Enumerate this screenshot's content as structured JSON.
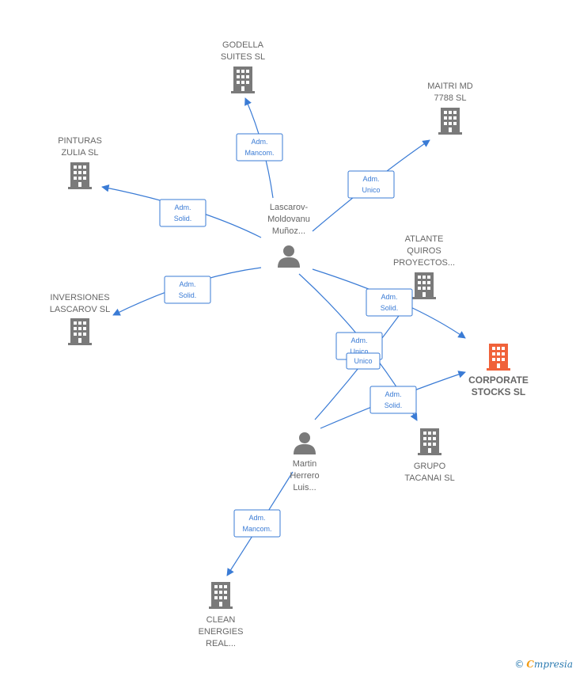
{
  "nodes": [
    {
      "id": "godella",
      "type": "company",
      "label": [
        "GODELLA",
        "SUITES  SL"
      ],
      "color": "#7a7a7a"
    },
    {
      "id": "maitri",
      "type": "company",
      "label": [
        "MAITRI MD",
        "7788  SL"
      ],
      "color": "#7a7a7a"
    },
    {
      "id": "pinturas",
      "type": "company",
      "label": [
        "PINTURAS",
        "ZULIA  SL"
      ],
      "color": "#7a7a7a"
    },
    {
      "id": "lascarov",
      "type": "person",
      "label": [
        "Lascarov-",
        "Moldovanu",
        "Muñoz..."
      ],
      "color": "#7a7a7a"
    },
    {
      "id": "atlante",
      "type": "company",
      "label": [
        "ATLANTE",
        "QUIROS",
        "PROYECTOS..."
      ],
      "color": "#7a7a7a"
    },
    {
      "id": "inversiones",
      "type": "company",
      "label": [
        "INVERSIONES",
        "LASCAROV  SL"
      ],
      "color": "#7a7a7a"
    },
    {
      "id": "corporate",
      "type": "company",
      "label": [
        "CORPORATE",
        "STOCKS  SL"
      ],
      "color": "#f0623a",
      "focus": true
    },
    {
      "id": "martin",
      "type": "person",
      "label": [
        "Martin",
        "Herrero",
        "Luis..."
      ],
      "color": "#7a7a7a"
    },
    {
      "id": "grupo",
      "type": "company",
      "label": [
        "GRUPO",
        "TACANAI  SL"
      ],
      "color": "#7a7a7a"
    },
    {
      "id": "clean",
      "type": "company",
      "label": [
        "CLEAN",
        "ENERGIES",
        "REAL..."
      ],
      "color": "#7a7a7a"
    }
  ],
  "edges": [
    {
      "from": "lascarov",
      "to": "godella",
      "role": [
        "Adm.",
        "Mancom."
      ]
    },
    {
      "from": "lascarov",
      "to": "maitri",
      "role": [
        "Adm.",
        "Unico"
      ]
    },
    {
      "from": "lascarov",
      "to": "pinturas",
      "role": [
        "Adm.",
        "Solid."
      ]
    },
    {
      "from": "lascarov",
      "to": "inversiones",
      "role": [
        "Adm.",
        "Solid."
      ]
    },
    {
      "from": "lascarov",
      "to": "corporate",
      "role": [
        "Adm.",
        "Solid."
      ]
    },
    {
      "from": "lascarov",
      "to": "grupo",
      "role": [
        "Adm.",
        "Unico"
      ]
    },
    {
      "from": "martin",
      "to": "corporate",
      "role": [
        "Adm.",
        "Solid."
      ]
    },
    {
      "from": "martin",
      "to": "atlante",
      "role": [
        "Unico"
      ]
    },
    {
      "from": "martin",
      "to": "clean",
      "role": [
        "Adm.",
        "Mancom."
      ]
    }
  ],
  "brand": {
    "copyright": "©",
    "initial": "C",
    "rest": "mpresia"
  }
}
